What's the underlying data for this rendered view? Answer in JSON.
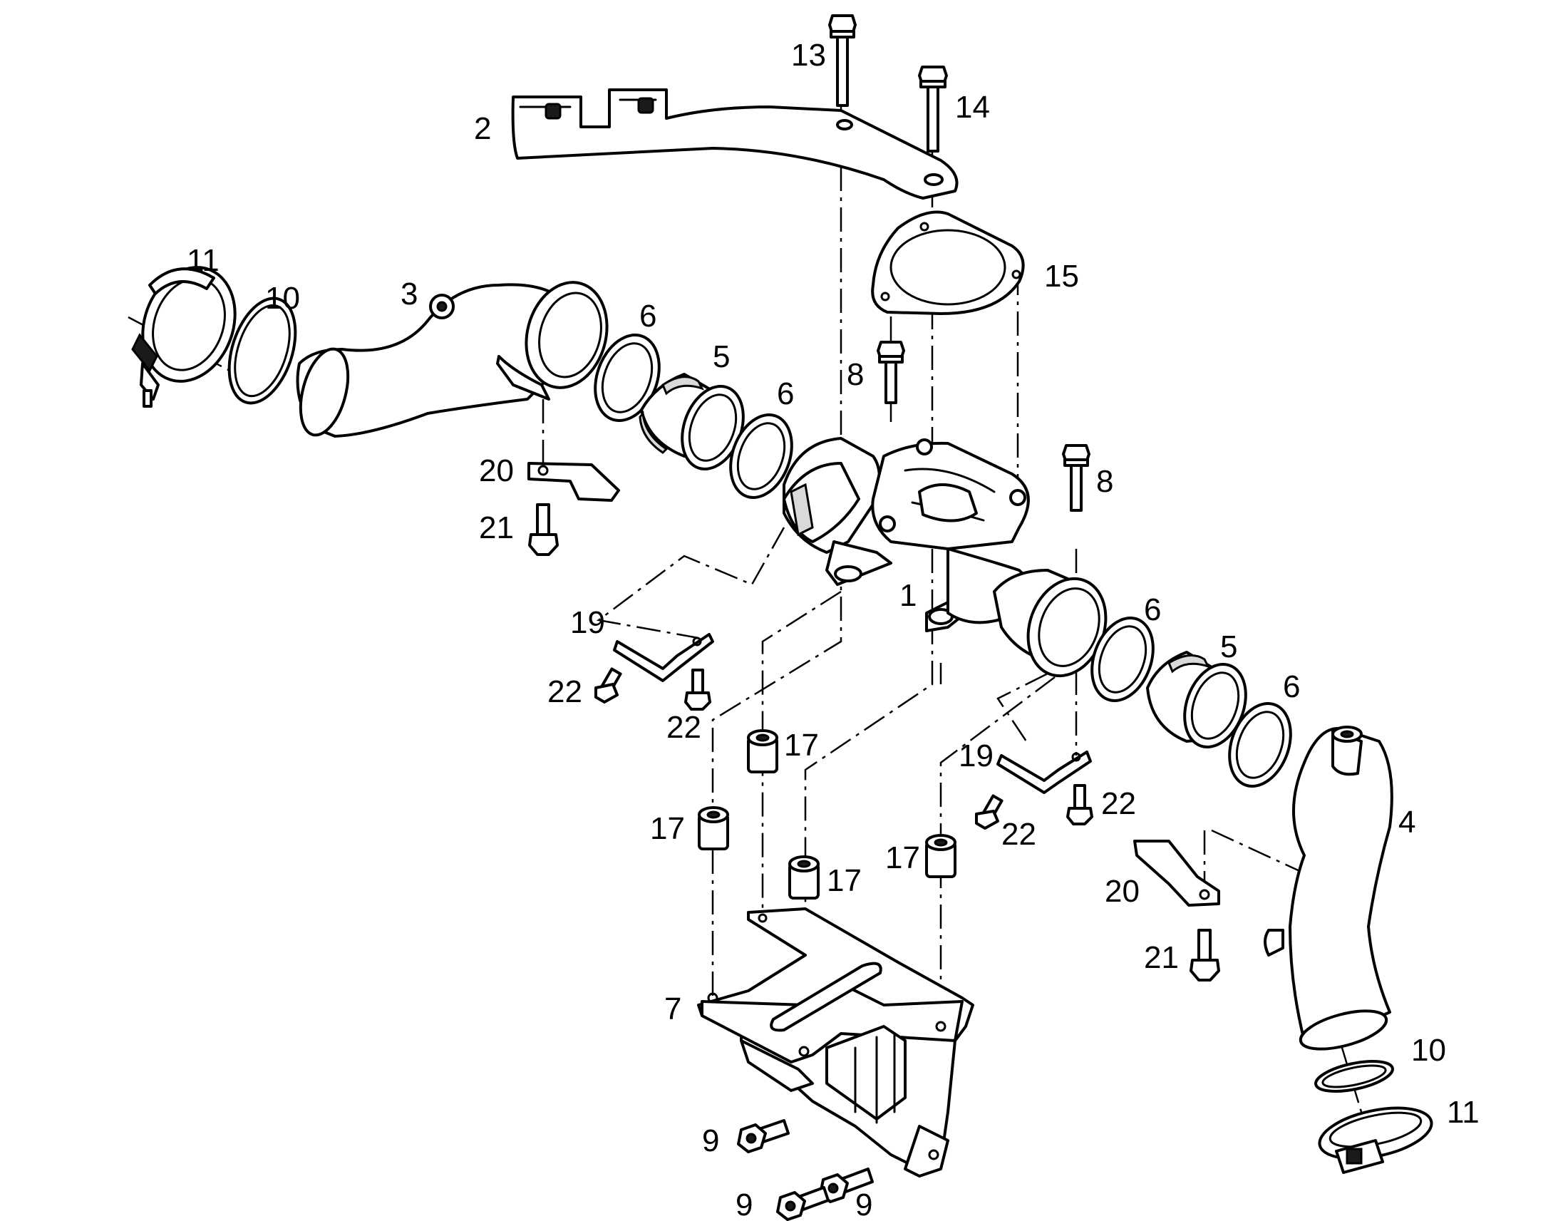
{
  "diagram": {
    "callouts": [
      {
        "id": "c1",
        "text": "1"
      },
      {
        "id": "c2",
        "text": "2"
      },
      {
        "id": "c3",
        "text": "3"
      },
      {
        "id": "c4",
        "text": "4"
      },
      {
        "id": "c5a",
        "text": "5"
      },
      {
        "id": "c5b",
        "text": "5"
      },
      {
        "id": "c6a",
        "text": "6"
      },
      {
        "id": "c6b",
        "text": "6"
      },
      {
        "id": "c6c",
        "text": "6"
      },
      {
        "id": "c6d",
        "text": "6"
      },
      {
        "id": "c7",
        "text": "7"
      },
      {
        "id": "c8a",
        "text": "8"
      },
      {
        "id": "c8b",
        "text": "8"
      },
      {
        "id": "c9a",
        "text": "9"
      },
      {
        "id": "c9b",
        "text": "9"
      },
      {
        "id": "c9c",
        "text": "9"
      },
      {
        "id": "c10a",
        "text": "10"
      },
      {
        "id": "c10b",
        "text": "10"
      },
      {
        "id": "c11a",
        "text": "11"
      },
      {
        "id": "c11b",
        "text": "11"
      },
      {
        "id": "c13",
        "text": "13"
      },
      {
        "id": "c14",
        "text": "14"
      },
      {
        "id": "c15",
        "text": "15"
      },
      {
        "id": "c17a",
        "text": "17"
      },
      {
        "id": "c17b",
        "text": "17"
      },
      {
        "id": "c17c",
        "text": "17"
      },
      {
        "id": "c17d",
        "text": "17"
      },
      {
        "id": "c19a",
        "text": "19"
      },
      {
        "id": "c19b",
        "text": "19"
      },
      {
        "id": "c20a",
        "text": "20"
      },
      {
        "id": "c20b",
        "text": "20"
      },
      {
        "id": "c21a",
        "text": "21"
      },
      {
        "id": "c21b",
        "text": "21"
      },
      {
        "id": "c22a",
        "text": "22"
      },
      {
        "id": "c22b",
        "text": "22"
      },
      {
        "id": "c22c",
        "text": "22"
      },
      {
        "id": "c22d",
        "text": "22"
      }
    ]
  }
}
